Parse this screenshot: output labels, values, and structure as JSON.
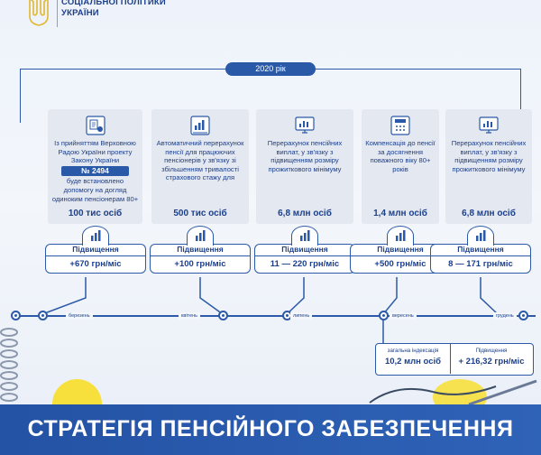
{
  "header": {
    "ministry_line1": "СОЦІАЛЬНОЇ ПОЛІТИКИ",
    "ministry_line2": "УКРАЇНИ"
  },
  "year": "2020 рік",
  "cards": [
    {
      "icon": "law-document-icon",
      "text_before": "Із прийняттям Верховною Радою України проекту Закону України",
      "badge": "№ 2494",
      "text_after": "буде встановлено допомогу на догляд одиноким пенсіонерам 80+",
      "count": "100 тис осіб"
    },
    {
      "icon": "chart-hand-icon",
      "text_before": "Автоматичний перерахунок пенсії для працюючих пенсіонерів у зв'язку зі збільшенням тривалості страхового стажу для",
      "badge": "",
      "text_after": "",
      "count": "500 тис осіб"
    },
    {
      "icon": "monitor-chart-icon",
      "text_before": "Перерахунок пенсійних виплат, у зв'язку з підвищенням розміру прожиткового мінімуму",
      "badge": "",
      "text_after": "",
      "count": "6,8 млн осіб"
    },
    {
      "icon": "calculator-document-icon",
      "text_before": "Компенсація до пенсії за досягнення поважного віку 80+ років",
      "badge": "",
      "text_after": "",
      "count": "1,4  млн осіб"
    },
    {
      "icon": "monitor-chart-icon",
      "text_before": "Перерахунок пенсійних виплат, у зв'язку з підвищенням розміру прожиткового мінімуму",
      "badge": "",
      "text_after": "",
      "count": "6,8 млн осіб"
    }
  ],
  "increases": [
    {
      "label": "Підвищення",
      "value": "+670 грн/міс"
    },
    {
      "label": "Підвищення",
      "value": "+100 грн/міс"
    },
    {
      "label": "Підвищення",
      "value": "11 — 220 грн/міс"
    },
    {
      "label": "Підвищення",
      "value": "+500 грн/міс"
    },
    {
      "label": "Підвищення",
      "value": "8 — 171 грн/міс"
    }
  ],
  "months": [
    "березень",
    "квітень",
    "липень",
    "вересень",
    "грудень"
  ],
  "indexation": {
    "left_label": "загальна індексація",
    "left_value": "10,2 млн осіб",
    "right_label": "Підвищення",
    "right_value": "+ 216,32 грн/міс"
  },
  "footer": {
    "title": "СТРАТЕГІЯ ПЕНСІЙНОГО ЗАБЕЗПЕЧЕННЯ"
  },
  "colors": {
    "primary": "#2a59a7",
    "card": "#e4e8f0",
    "accent_yellow": "#f7e03c"
  }
}
